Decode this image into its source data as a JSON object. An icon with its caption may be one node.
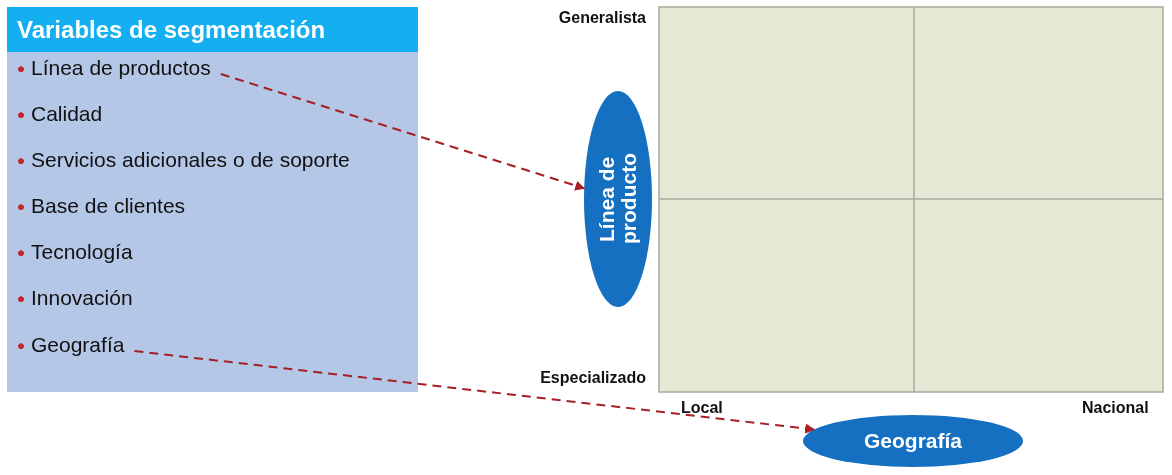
{
  "diagram": {
    "nodes": [
      {
        "text": [
          "Variables de segmentación"
        ]
      },
      {
        "text": [
          "Línea de productos"
        ],
        "in": 0
      },
      {
        "text": [
          "Calidad"
        ],
        "in": 0
      },
      {
        "text": [
          "Servicios adicionales o de soporte"
        ],
        "in": 0
      },
      {
        "text": [
          "Base de clientes"
        ],
        "in": 0
      },
      {
        "text": [
          "Tecnología"
        ],
        "in": 0
      },
      {
        "text": [
          "Innovación"
        ],
        "in": 0
      },
      {
        "text": [
          "Geografía"
        ],
        "in": 0
      },
      {
        "text": [
          "Línea de producto"
        ]
      },
      {
        "text": [
          "Geografía"
        ]
      }
    ],
    "edges": [
      {
        "from": 1,
        "to": 8,
        "arrow": "to",
        "style": "dashed"
      },
      {
        "from": 7,
        "to": 9,
        "arrow": "to",
        "style": "dashed"
      }
    ],
    "labels": [
      "Generalista",
      "Especializado",
      "Local",
      "Nacional"
    ]
  }
}
